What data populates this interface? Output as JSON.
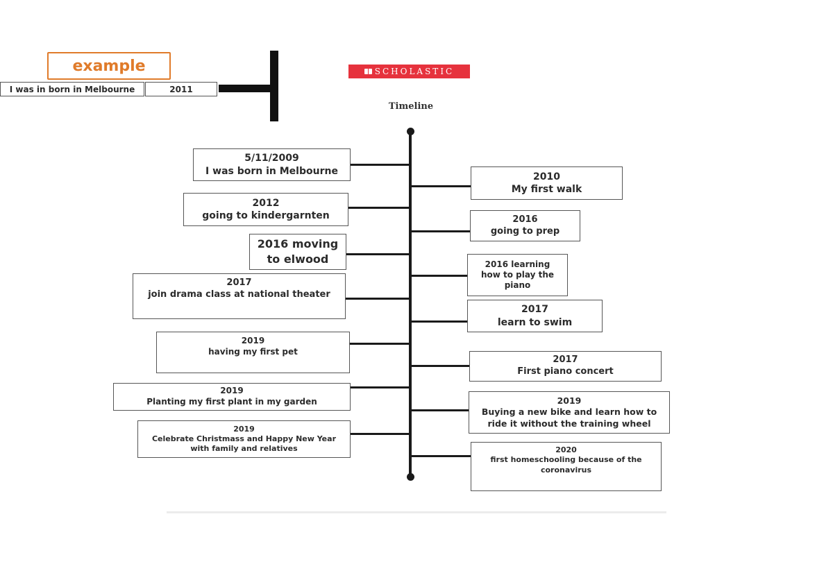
{
  "example": {
    "label": "example",
    "event": "I was in born in Melbourne",
    "year": "2011"
  },
  "logo": {
    "text": "SCHOLASTIC",
    "icon": "book-icon",
    "color": "#e6323d"
  },
  "title": "Timeline",
  "left_events": [
    {
      "line1": "5/11/2009",
      "line2": "I was born in Melbourne"
    },
    {
      "line1": "2012",
      "line2": "going to kindergarnten"
    },
    {
      "line1": "2016 moving",
      "line2": "to elwood"
    },
    {
      "line1": "2017",
      "line2": "join drama class at national theater"
    },
    {
      "line1": "2019",
      "line2": "having my first pet"
    },
    {
      "line1": "2019",
      "line2": "Planting my first plant in my garden"
    },
    {
      "line1": "2019",
      "line2": "Celebrate Christmass and Happy New Year",
      "line3": "with family and relatives"
    }
  ],
  "right_events": [
    {
      "line1": "2010",
      "line2": "My first walk"
    },
    {
      "line1": "2016",
      "line2": "going to prep"
    },
    {
      "line1": "2016 learning",
      "line2": "how to play the",
      "line3": "piano"
    },
    {
      "line1": "2017",
      "line2": "learn to swim"
    },
    {
      "line1": "2017",
      "line2": "First piano concert"
    },
    {
      "line1": "2019",
      "line2": "Buying a new bike and learn how to",
      "line3": "ride it without the training wheel"
    },
    {
      "line1": "2020",
      "line2": "first homeschooling  because  of the",
      "line3": "coronavirus"
    }
  ]
}
